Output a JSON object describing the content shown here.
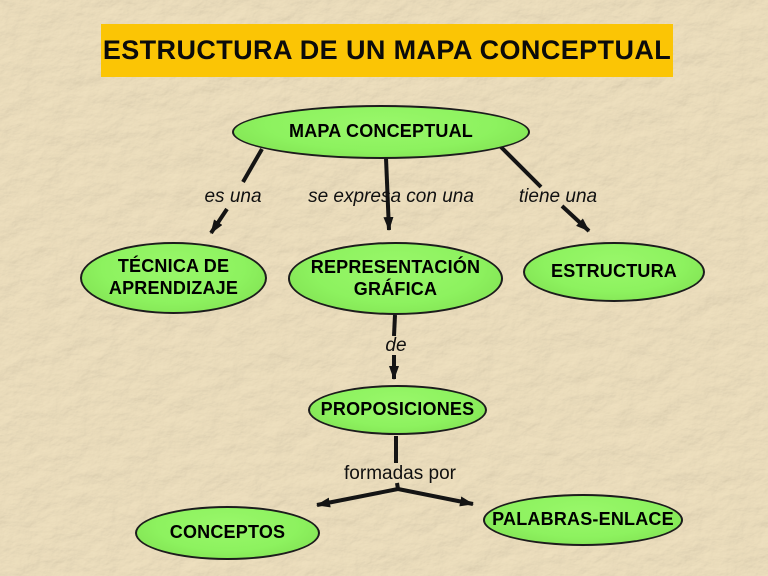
{
  "title": {
    "text": "ESTRUCTURA DE UN MAPA CONCEPTUAL"
  },
  "colors": {
    "background_parchment": "#E8D8B5",
    "banner_yellow": "#FBC505",
    "node_fill_green": "#8DF25F",
    "node_border": "#1C1C1C",
    "arrow_black": "#141414",
    "text_black": "#000000"
  },
  "nodes": {
    "mapa_conceptual": {
      "line1": "MAPA CONCEPTUAL"
    },
    "tecnica": {
      "line1": "TÉCNICA DE",
      "line2": "APRENDIZAJE"
    },
    "representacion": {
      "line1": "REPRESENTACIÓN",
      "line2": "GRÁFICA"
    },
    "estructura": {
      "line1": "ESTRUCTURA"
    },
    "proposiciones": {
      "line1": "PROPOSICIONES"
    },
    "conceptos": {
      "line1": "CONCEPTOS"
    },
    "palabras_enlace": {
      "line1": "PALABRAS-ENLACE"
    }
  },
  "edges": {
    "es_una": {
      "from": "MAPA CONCEPTUAL",
      "to": "TÉCNICA DE APRENDIZAJE",
      "label": "es una"
    },
    "se_expresa": {
      "from": "MAPA CONCEPTUAL",
      "to": "REPRESENTACIÓN GRÁFICA",
      "label": "se expresa con una"
    },
    "tiene_una": {
      "from": "MAPA CONCEPTUAL",
      "to": "ESTRUCTURA",
      "label": "tiene una"
    },
    "de": {
      "from": "REPRESENTACIÓN GRÁFICA",
      "to": "PROPOSICIONES",
      "label": "de"
    },
    "formadas_por_conceptos": {
      "from": "PROPOSICIONES",
      "to": "CONCEPTOS",
      "label": "formadas por"
    },
    "formadas_por_palabras": {
      "from": "PROPOSICIONES",
      "to": "PALABRAS-ENLACE",
      "label": "formadas por"
    }
  }
}
